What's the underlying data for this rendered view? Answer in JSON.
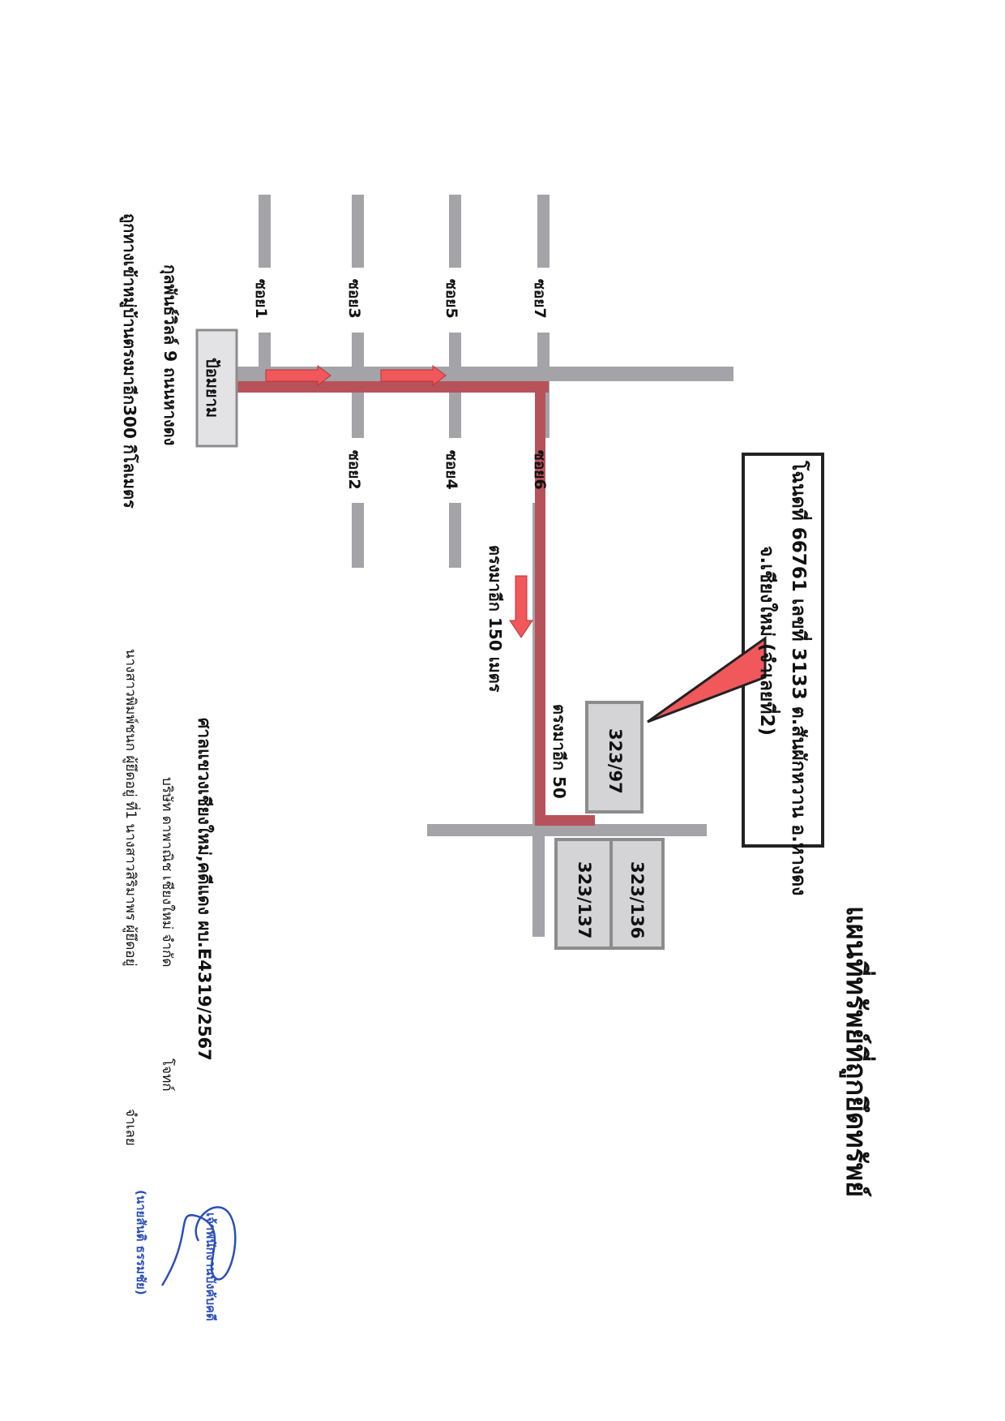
{
  "title": "แผนที่ทรัพย์ที่ถูกยึดทรัพย์",
  "property_box": {
    "line1": "โฉนดที่ 66761 เลขที่ 3133 ต.สันผักหวาน อ.หางดง",
    "line2": "จ.เชียงใหม่ (จำเลยที่2)"
  },
  "sois": {
    "soi1": "ซอย1",
    "soi2": "ซอย2",
    "soi3": "ซอย3",
    "soi4": "ซอย4",
    "soi5": "ซอย5",
    "soi6": "ซอย6",
    "soi7": "ซอย7"
  },
  "plots": {
    "plot_97": "323/97",
    "plot_136": "323/136",
    "plot_137": "323/137"
  },
  "start_box": "ป้อมยาม",
  "distances": {
    "d150": "ตรงมาอีก 150 เมตร",
    "d50": "ตรงมาอีก 50"
  },
  "directions": {
    "line1": "ถูกทางเข้าหมู่บ้านตรงมาอีก300 กิโลเมตร",
    "line2": "กุลพันธ์วิลล์ 9 ถนนหางดง"
  },
  "court_info": {
    "line1": "ศาลแขวงเชียงใหม่,คดีแดง ผบ.E4319/2567",
    "line2": "บริษัท ดาพาณิช เชียงใหม่ จำกัด",
    "line2_right": "โจทก์",
    "line3": "นางสาวพิมพ์ชนก ผู้ยึดอยู่ ที่1 นางสาวสิริมาพร ผู้ยึดอยู่",
    "line3_right": "จำเลย"
  },
  "signature": {
    "name": "(นายสันติ ธรรมชัย)",
    "role": "เจ้าพนักงานบังคับคดี"
  },
  "colors": {
    "road": "#a3a3a8",
    "route": "#b8525a",
    "arrow": "#f0585c",
    "box": "#d4d4d6",
    "box_border": "#8c8c8c"
  }
}
